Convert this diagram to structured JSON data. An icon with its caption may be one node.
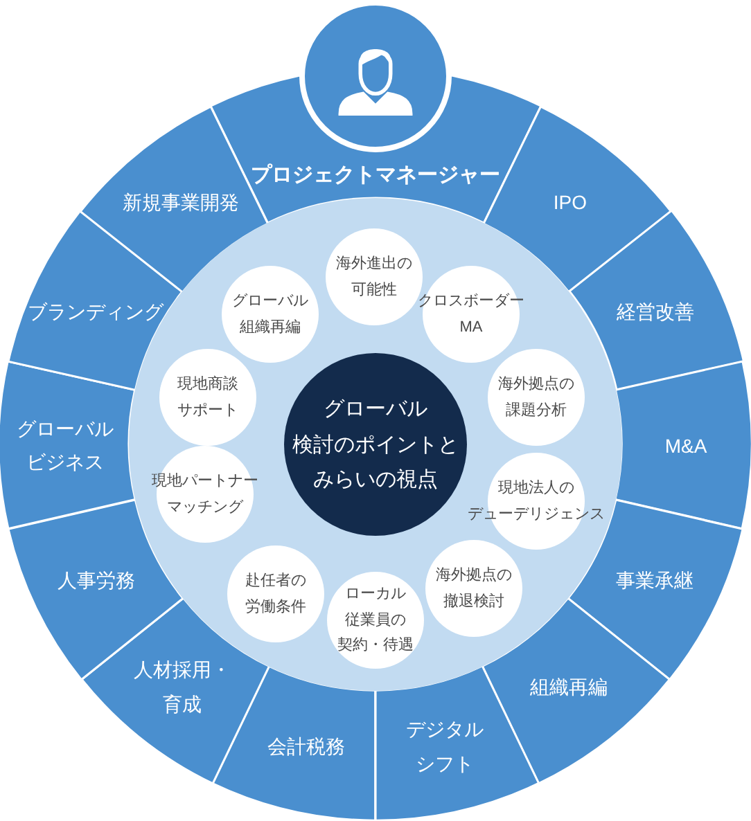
{
  "diagram": {
    "nodes": [
      {
        "text": [
          "プロジェクトマネージャー"
        ]
      },
      {
        "text": [
          "IPO"
        ]
      },
      {
        "text": [
          "経営改善"
        ]
      },
      {
        "text": [
          "M&A"
        ]
      },
      {
        "text": [
          "事業承継"
        ]
      },
      {
        "text": [
          "組織再編"
        ]
      },
      {
        "text": [
          "デジタルシフト"
        ]
      },
      {
        "text": [
          "会計税務"
        ]
      },
      {
        "text": [
          "人材採用・育成"
        ]
      },
      {
        "text": [
          "人事労務"
        ]
      },
      {
        "text": [
          "グローバルビジネス"
        ]
      },
      {
        "text": [
          "ブランディング"
        ]
      },
      {
        "text": [
          "新規事業開発"
        ]
      },
      {
        "text": [],
        "shape": "circle"
      },
      {
        "text": [
          "海外進出の可能性"
        ],
        "in": 13
      },
      {
        "text": [
          "クロスボーダーMA"
        ],
        "in": 13
      },
      {
        "text": [
          "海外拠点の課題分析"
        ],
        "in": 13
      },
      {
        "text": [
          "現地法人のデューデリジェンス"
        ],
        "in": 13
      },
      {
        "text": [
          "海外拠点の撤退検討"
        ],
        "in": 13
      },
      {
        "text": [
          "ローカル従業員の契約・待遇"
        ],
        "in": 13
      },
      {
        "text": [
          "赴任者の労働条件"
        ],
        "in": 13
      },
      {
        "text": [
          "現地パートナーマッチング"
        ],
        "in": 13
      },
      {
        "text": [
          "現地商談サポート"
        ],
        "in": 13
      },
      {
        "text": [
          "グローバル組織再編"
        ],
        "in": 13
      },
      {
        "text": [
          "グローバル検討のポイントとみらいの視点"
        ],
        "in": 13
      }
    ]
  }
}
